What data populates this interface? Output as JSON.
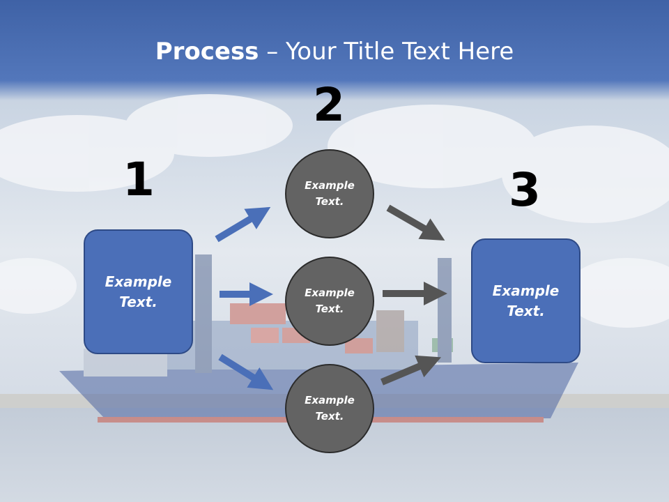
{
  "slide": {
    "title_bold": "Process",
    "title_rest": " – Your Title Text Here",
    "steps": [
      {
        "number": "1",
        "text": "Example\nText."
      },
      {
        "number": "2",
        "text": "Example\nText."
      },
      {
        "number": "3",
        "text": "Example\nText."
      }
    ],
    "circles": [
      {
        "text": "Example\nText."
      },
      {
        "text": "Example\nText."
      },
      {
        "text": "Example\nText."
      }
    ]
  },
  "colors": {
    "header_blue": "#4a6fb4",
    "box_blue": "#4b6fb8",
    "circle_gray": "#636363",
    "arrow_blue": "#4a6fb8",
    "arrow_gray": "#555555"
  }
}
